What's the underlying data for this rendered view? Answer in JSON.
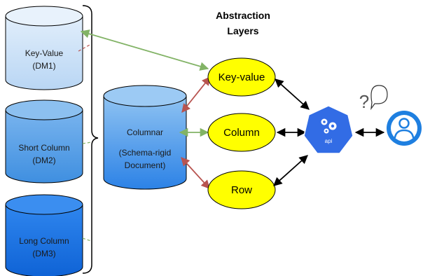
{
  "title_line1": "Abstraction",
  "title_line2": "Layers",
  "data_models": [
    {
      "name": "Key-Value",
      "code": "(DM1)"
    },
    {
      "name": "Short Column",
      "code": "(DM2)"
    },
    {
      "name": "Long Column",
      "code": "(DM3)"
    }
  ],
  "central_store": {
    "line1": "Columnar",
    "line2": "(Schema-rigid",
    "line3": "Document)"
  },
  "layers": [
    "Key-value",
    "Column",
    "Row"
  ],
  "api_label": "api",
  "query_mark": "?",
  "icons": [
    "kubernetes-api-icon",
    "user-icon",
    "chat-bubble-icon"
  ],
  "colors": {
    "cyl_light": "#cfe3f7",
    "cyl_mid": "#5aa0e6",
    "cyl_dark": "#1a73e8",
    "ellipse_fill": "#ffff00",
    "api_blue": "#326ce5",
    "green_arrow": "#82b366",
    "red_arrow": "#b85450",
    "user_blue": "#1e7fe0"
  }
}
